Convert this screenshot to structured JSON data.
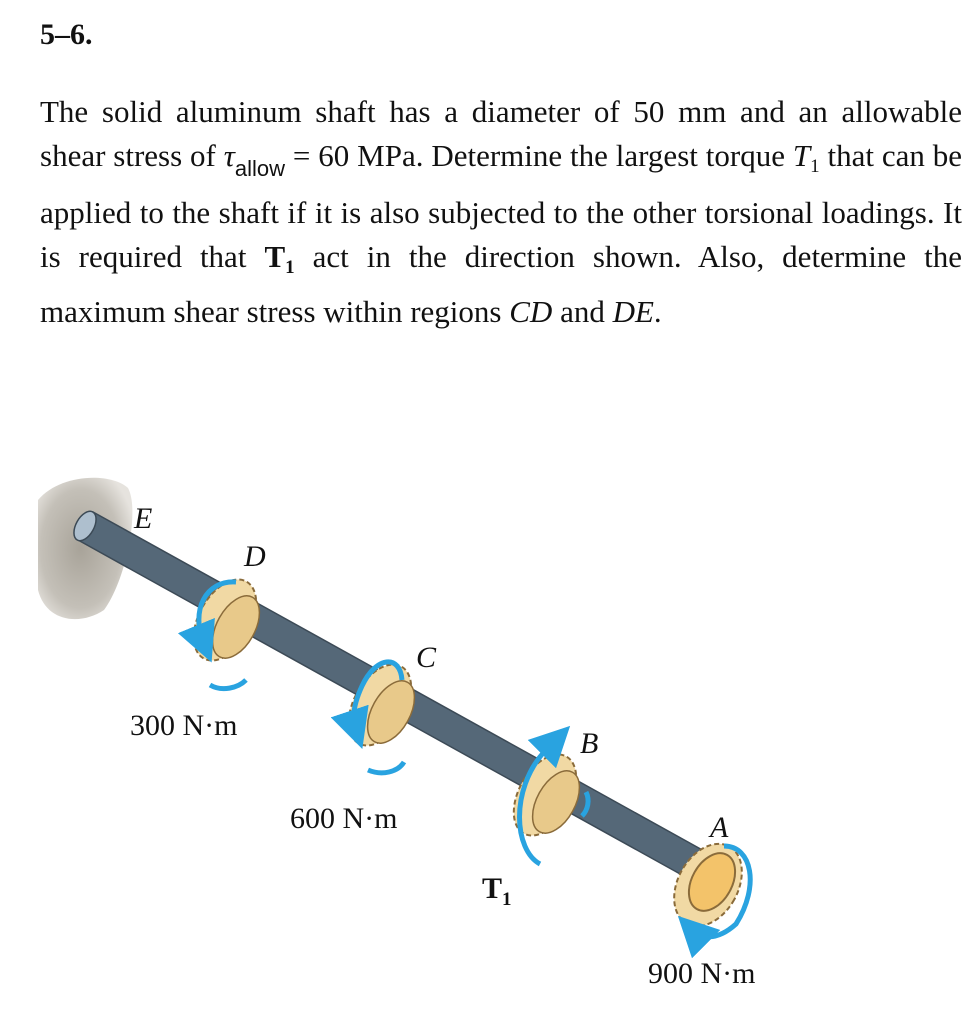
{
  "problem": {
    "number": "5–6.",
    "sentence1_pre": "The solid aluminum shaft has a diameter of 50 mm and an allowable shear stress of ",
    "tau_symbol": "τ",
    "tau_subscript": "allow",
    "sentence1_post": " = 60 MPa. Determine the largest torque ",
    "t1_symbol": "T",
    "t1_subscript": "1",
    "sentence2": " that can be applied to the shaft if it is also subjected to the other torsional loadings. It is required that ",
    "t1_bold_symbol": "T",
    "t1_bold_subscript": "1",
    "sentence3": " act in the direction shown. Also, determine the maximum shear stress within regions ",
    "region1": "CD",
    "and_word": " and ",
    "region2": "DE",
    "period": "."
  },
  "figure": {
    "labels": {
      "E": "E",
      "D": "D",
      "C": "C",
      "B": "B",
      "A": "A",
      "T1_symbol": "T",
      "T1_subscript": "1"
    },
    "torques": {
      "D": "300 N·m",
      "C": "600 N·m",
      "A": "900 N·m"
    },
    "colors": {
      "shaft": "#7d94a8",
      "shaft_highlight": "#c9d6e2",
      "gear": "#f1d9a4",
      "gear_dark": "#c9a86a",
      "arrow": "#29a3e0",
      "wall": "#b3afa6"
    }
  }
}
